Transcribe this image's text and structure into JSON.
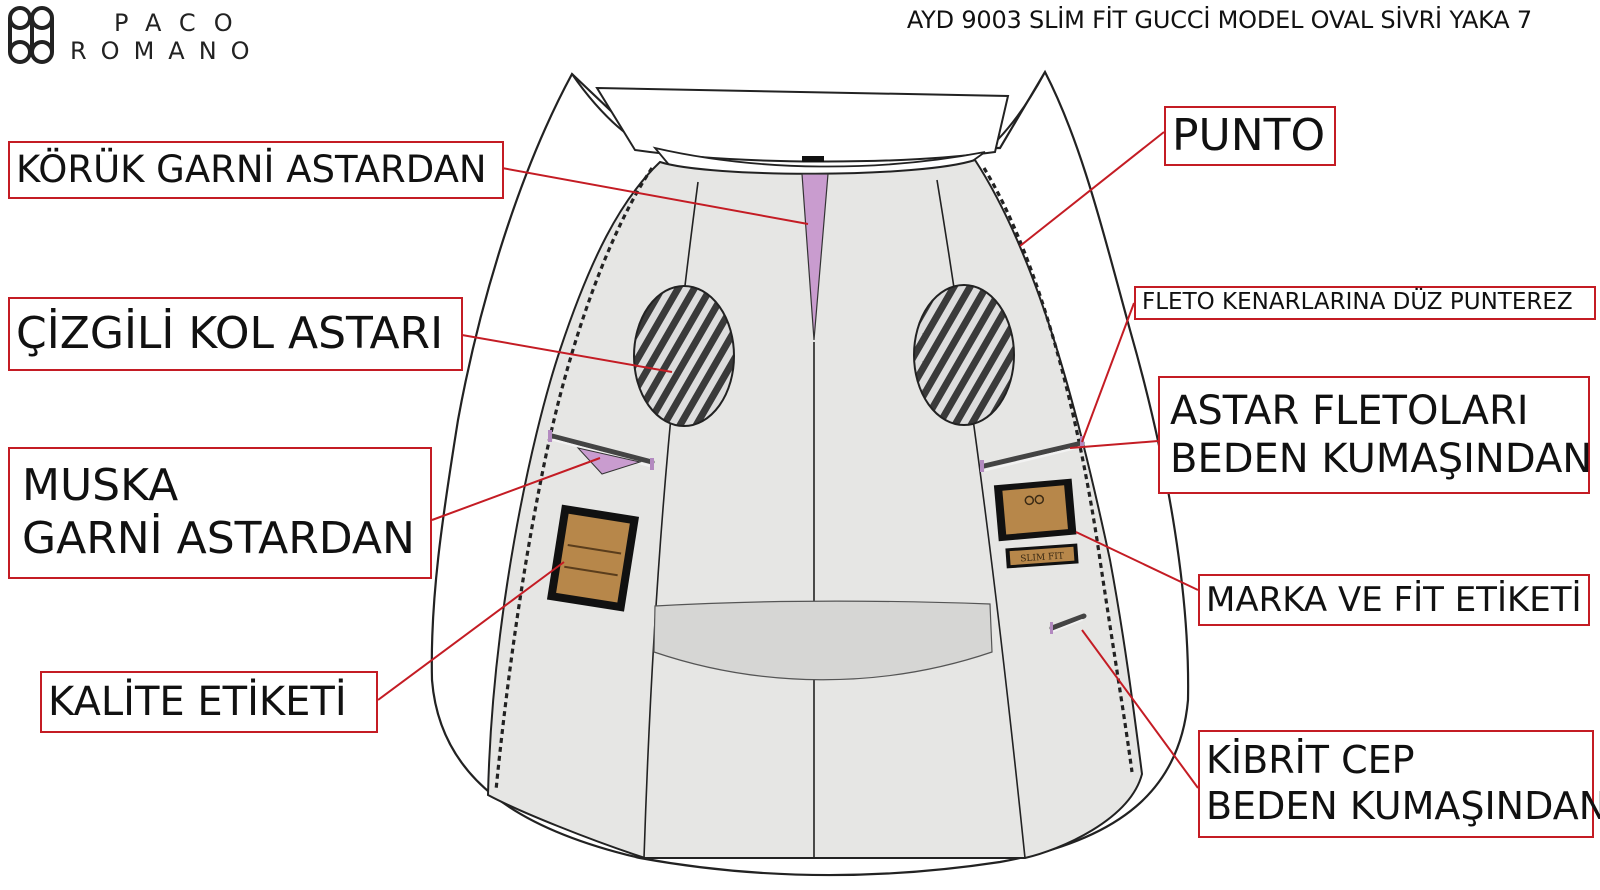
{
  "header": {
    "title": "AYD 9003 SLİM FİT GUCCİ MODEL OVAL SİVRİ YAKA 7",
    "brand_line1": "PACO",
    "brand_line2": "ROMANO"
  },
  "callouts": {
    "koruk": "KÖRÜK GARNİ ASTARDAN",
    "cizgili": "ÇİZGİLİ KOL ASTARI",
    "muska_1": "MUSKA",
    "muska_2": "GARNİ ASTARDAN",
    "kalite": "KALİTE ETİKETİ",
    "punto": "PUNTO",
    "fleto_kenar": "FLETO KENARLARINA DÜZ PUNTEREZ",
    "astar_fleto_1": "ASTAR FLETOLARI",
    "astar_fleto_2": "BEDEN KUMAŞINDAN",
    "marka": "MARKA VE FİT ETİKETİ",
    "kibrit_1": "KİBRİT CEP",
    "kibrit_2": "BEDEN KUMAŞINDAN"
  },
  "labels": {
    "slim_fit_tag": "SLIM FIT"
  },
  "colors": {
    "callout_border": "#c41c24",
    "lining": "#e6e6e4",
    "garni": "#c99ccf"
  }
}
